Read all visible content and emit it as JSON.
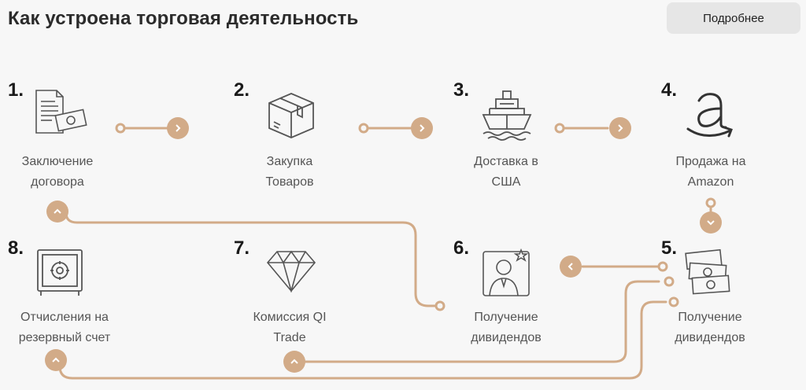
{
  "header": {
    "title": "Как устроена торговая деятельность",
    "more_label": "Подробнее"
  },
  "colors": {
    "accent": "#d2ab88",
    "icon_stroke": "#555555"
  },
  "steps": [
    {
      "number": "1.",
      "label_line1": "Заключение",
      "label_line2": "договора",
      "icon": "contract-money-icon"
    },
    {
      "number": "2.",
      "label_line1": "Закупка",
      "label_line2": "Товаров",
      "icon": "box-icon"
    },
    {
      "number": "3.",
      "label_line1": "Доставка в",
      "label_line2": "США",
      "icon": "ship-icon"
    },
    {
      "number": "4.",
      "label_line1": "Продажа на",
      "label_line2": "Amazon",
      "icon": "amazon-icon"
    },
    {
      "number": "5.",
      "label_line1": "Получение",
      "label_line2": "дивидендов",
      "icon": "money-stack-icon"
    },
    {
      "number": "6.",
      "label_line1": "Получение",
      "label_line2": "дивидендов",
      "icon": "person-star-icon"
    },
    {
      "number": "7.",
      "label_line1": "Комиссия QI",
      "label_line2": "Trade",
      "icon": "diamond-icon"
    },
    {
      "number": "8.",
      "label_line1": "Отчисления на",
      "label_line2": "резервный счет",
      "icon": "safe-icon"
    }
  ]
}
